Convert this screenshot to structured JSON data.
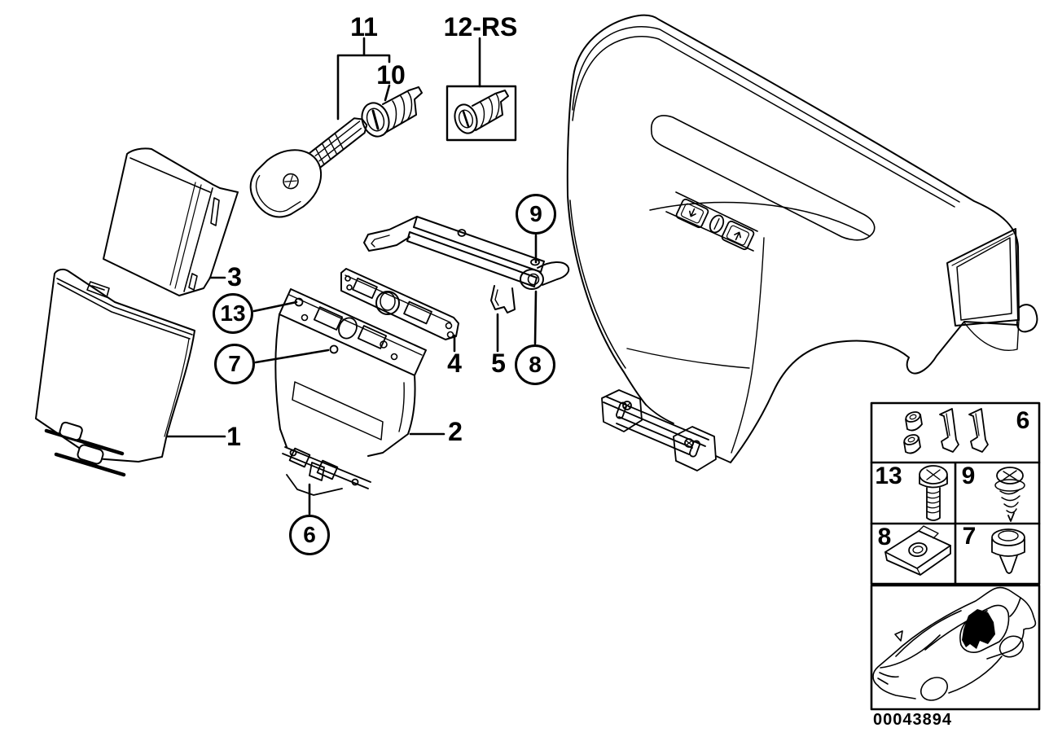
{
  "colors": {
    "ink": "#000000",
    "paper": "#ffffff"
  },
  "callouts": {
    "c1": {
      "label": "1",
      "style": "plain"
    },
    "c2": {
      "label": "2",
      "style": "plain"
    },
    "c3": {
      "label": "3",
      "style": "plain"
    },
    "c4": {
      "label": "4",
      "style": "plain"
    },
    "c5": {
      "label": "5",
      "style": "plain"
    },
    "c6": {
      "label": "6",
      "style": "circled"
    },
    "c7": {
      "label": "7",
      "style": "circled"
    },
    "c8": {
      "label": "8",
      "style": "circled"
    },
    "c9": {
      "label": "9",
      "style": "circled"
    },
    "c10": {
      "label": "10",
      "style": "plain"
    },
    "c11": {
      "label": "11",
      "style": "plain"
    },
    "c12rs": {
      "label": "12-RS",
      "style": "plain"
    },
    "c13": {
      "label": "13",
      "style": "circled"
    }
  },
  "legend": {
    "cell_6": {
      "label": "6",
      "icon": "grommets-and-clips"
    },
    "cell_13": {
      "label": "13",
      "icon": "machine-screw"
    },
    "cell_9": {
      "label": "9",
      "icon": "tapping-screw"
    },
    "cell_8": {
      "label": "8",
      "icon": "clip-nut"
    },
    "cell_7": {
      "label": "7",
      "icon": "expanding-rivet"
    }
  },
  "stamp": {
    "drawing_number": "00043894"
  }
}
